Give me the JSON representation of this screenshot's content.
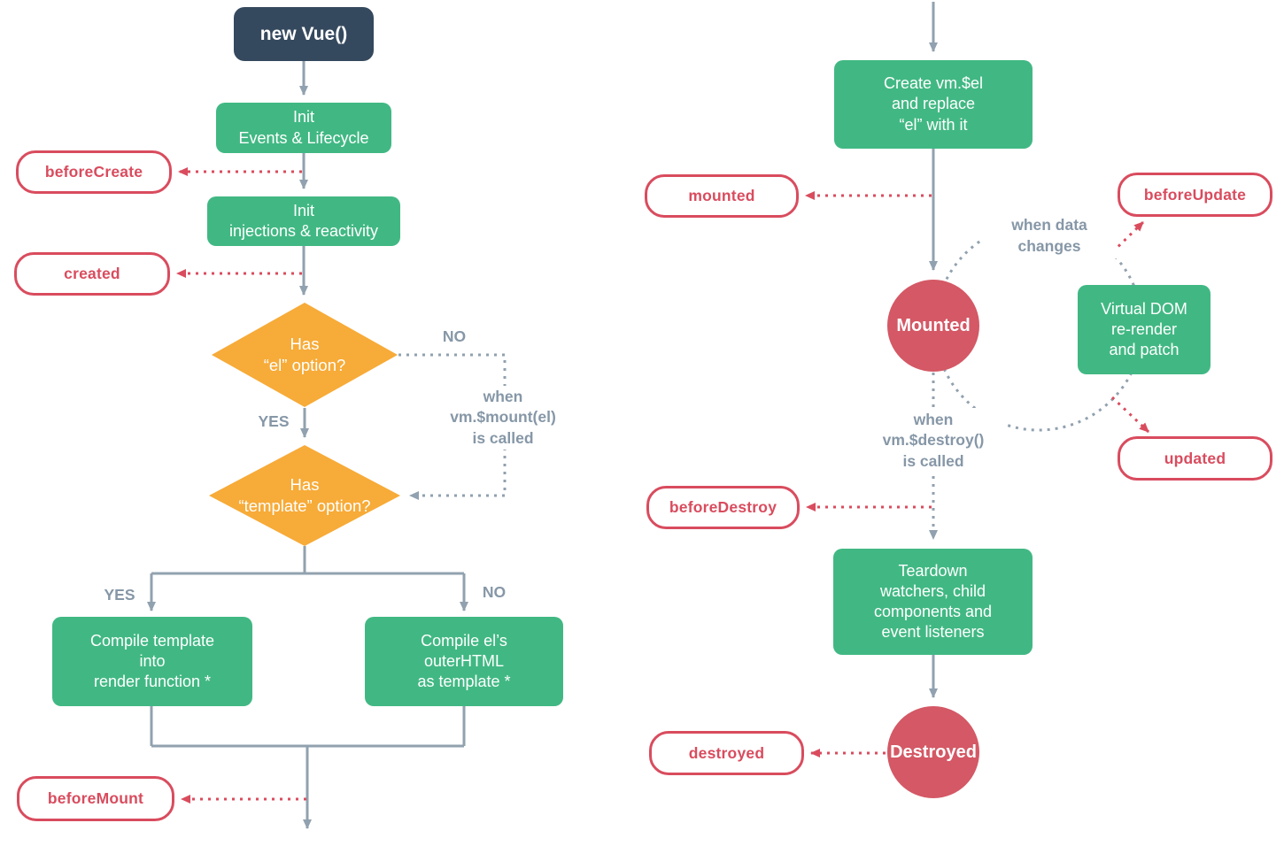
{
  "colors": {
    "green": "#41b883",
    "navy": "#35495e",
    "orange": "#f7ab38",
    "red": "#d94c5e",
    "rose_circle": "#d45865",
    "gray_line": "#91a1af",
    "gray_text": "#8697a7"
  },
  "nodes": {
    "new_vue": "new Vue()",
    "init_events": "Init\nEvents & Lifecycle",
    "init_injections": "Init\ninjections & reactivity",
    "has_el": "Has\n“el” option?",
    "has_template": "Has\n“template” option?",
    "compile_template": "Compile template\ninto\nrender function *",
    "compile_el": "Compile el’s\nouterHTML\nas template *",
    "create_vm_el": "Create vm.$el\nand replace\n“el” with it",
    "virtual_dom": "Virtual DOM\nre-render\nand patch",
    "teardown": "Teardown\nwatchers, child\ncomponents and\nevent listeners",
    "mounted_state": "Mounted",
    "destroyed_state": "Destroyed"
  },
  "hooks": {
    "before_create": "beforeCreate",
    "created": "created",
    "before_mount": "beforeMount",
    "mounted": "mounted",
    "before_update": "beforeUpdate",
    "updated": "updated",
    "before_destroy": "beforeDestroy",
    "destroyed": "destroyed"
  },
  "annotations": {
    "no_el": "NO",
    "yes_el": "YES",
    "yes_template": "YES",
    "no_template": "NO",
    "when_mount": "when\nvm.$mount(el)\nis called",
    "when_data_changes": "when data\nchanges",
    "when_destroy": "when\nvm.$destroy()\nis called"
  }
}
